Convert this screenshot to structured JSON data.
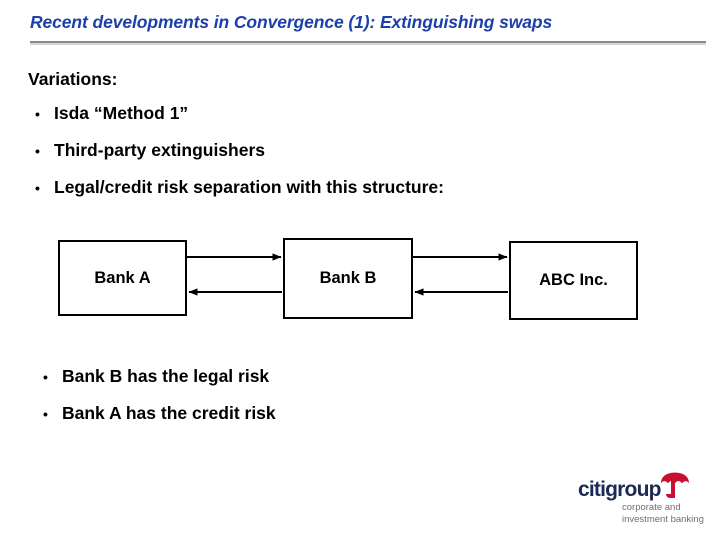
{
  "slide": {
    "title": "Recent developments in Convergence (1):  Extinguishing swaps",
    "lead": "Variations:",
    "bullets": [
      {
        "marker": "•",
        "label": "Isda “Method 1”"
      },
      {
        "marker": "•",
        "label": "Third-party extinguishers"
      },
      {
        "marker": "•",
        "label": "Legal/credit risk separation with this structure:"
      }
    ],
    "bottom_bullets": [
      {
        "marker": "•",
        "label": "Bank B has the legal risk"
      },
      {
        "marker": "•",
        "label": "Bank A has the credit risk"
      }
    ]
  },
  "diagram": {
    "type": "flow",
    "nodes": [
      {
        "id": "bank-a",
        "label": "Bank A"
      },
      {
        "id": "bank-b",
        "label": "Bank B"
      },
      {
        "id": "abc",
        "label": "ABC Inc."
      }
    ],
    "edges": [
      {
        "from": "bank-a",
        "to": "bank-b",
        "direction": "right"
      },
      {
        "from": "bank-b",
        "to": "bank-a",
        "direction": "left"
      },
      {
        "from": "bank-b",
        "to": "abc",
        "direction": "right"
      },
      {
        "from": "abc",
        "to": "bank-b",
        "direction": "left"
      }
    ]
  },
  "logo": {
    "wordmark": "citigroup",
    "tagline_line1": "corporate and",
    "tagline_line2": "investment banking",
    "umbrella_color": "#c8102e",
    "wordmark_color": "#1b2a55",
    "tagline_color": "#6e6e78"
  },
  "theme": {
    "title_color": "#1d3faa",
    "background": "#ffffff",
    "text_color": "#000000",
    "rule_dark": "#8a8a8a",
    "rule_light": "#d6d6d6"
  }
}
